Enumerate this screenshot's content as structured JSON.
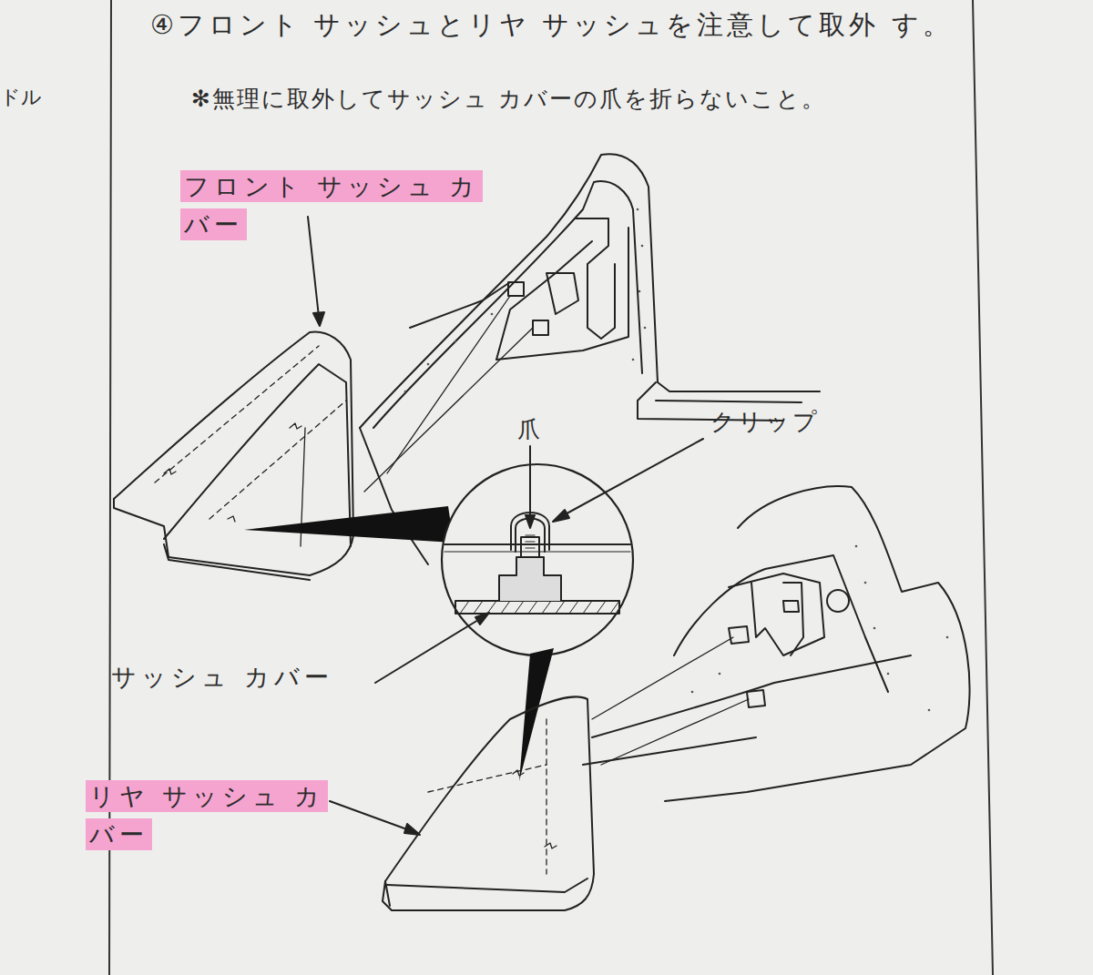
{
  "diagram": {
    "labels": [
      "ドル",
      "④フロント サッシュとリヤ サッシュを注意して取外 す。",
      "✻無理に取外してサッシュ カバーの爪を折らないこと。",
      "フロント サッシュ カバー",
      "爪",
      "クリップ",
      "サッシュ カバー",
      "リヤ サッシュ カバー"
    ]
  }
}
